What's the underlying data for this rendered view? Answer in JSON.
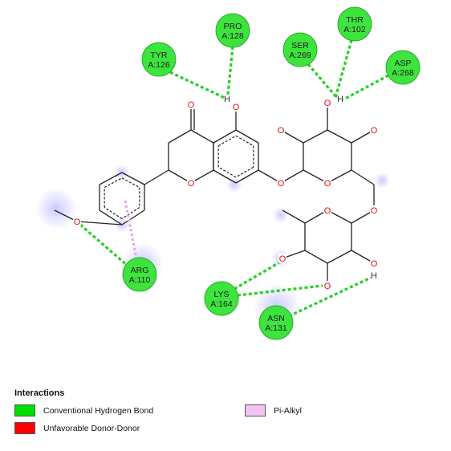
{
  "residues": [
    {
      "id": "tyr",
      "name": "TYR",
      "chain": "A:126"
    },
    {
      "id": "pro",
      "name": "PRO",
      "chain": "A:128"
    },
    {
      "id": "ser",
      "name": "SER",
      "chain": "A:269"
    },
    {
      "id": "thr",
      "name": "THR",
      "chain": "A:102"
    },
    {
      "id": "asp",
      "name": "ASP",
      "chain": "A:268"
    },
    {
      "id": "arg",
      "name": "ARG",
      "chain": "A:110"
    },
    {
      "id": "lys",
      "name": "LYS",
      "chain": "A:164"
    },
    {
      "id": "asn",
      "name": "ASN",
      "chain": "A:131"
    }
  ],
  "atoms": {
    "oxygen": "O",
    "hydrogen": "H"
  },
  "legend": {
    "title": "Interactions",
    "items": [
      {
        "label": "Conventional Hydrogen Bond",
        "color": "#00e000"
      },
      {
        "label": "Unfavorable Donor-Donor",
        "color": "#ff0000"
      },
      {
        "label": "Pi-Alkyl",
        "color": "#f2c4ef"
      }
    ]
  },
  "colors": {
    "residue_fill": "#3ee43e",
    "hbond": "#22d222",
    "pi_alkyl": "#e9a6e6",
    "bond": "#222222",
    "oxygen": "#e01010",
    "hydrogen": "#333333",
    "glow": "#c8c8ff"
  }
}
